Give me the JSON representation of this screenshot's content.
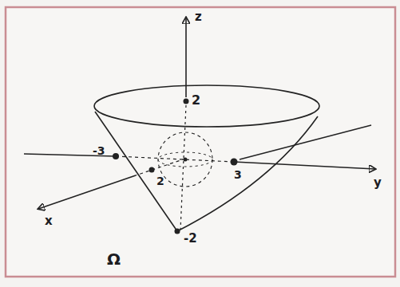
{
  "diagram": {
    "labels": [
      "z",
      "2",
      "-3",
      "2",
      "3",
      "y",
      "x",
      "-2",
      "Ω"
    ]
  }
}
